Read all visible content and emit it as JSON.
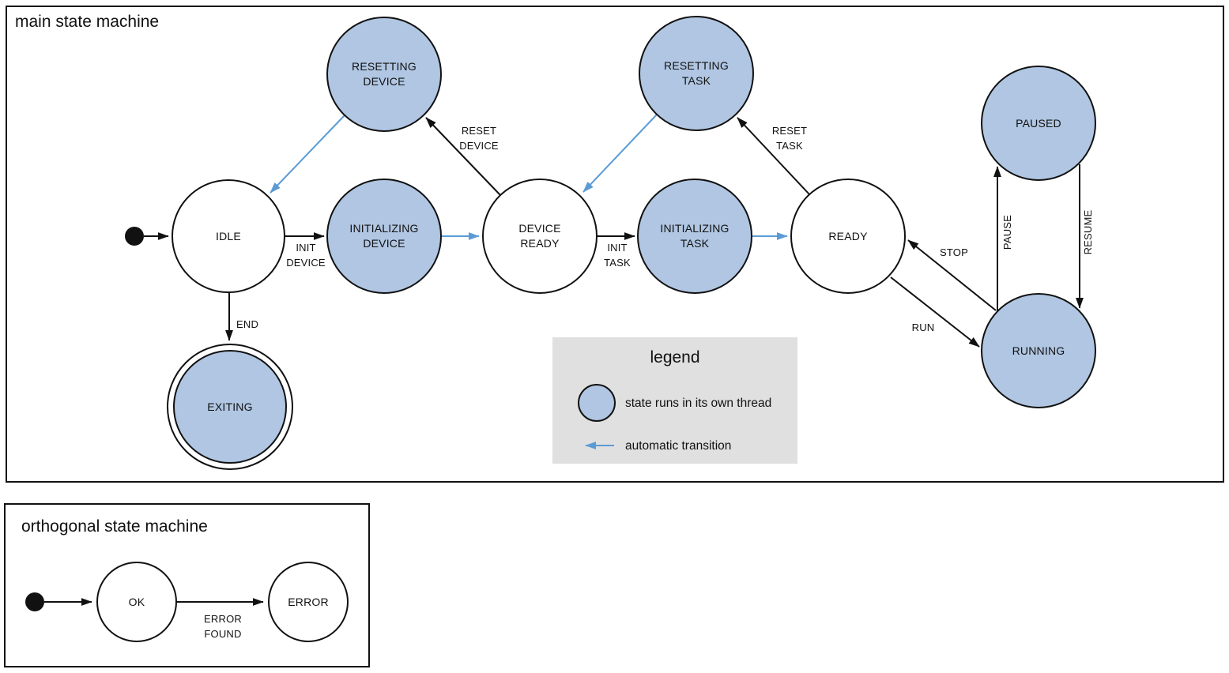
{
  "main": {
    "title": "main state machine",
    "states": {
      "idle": {
        "lines": [
          "IDLE"
        ]
      },
      "initializing_device": {
        "lines": [
          "INITIALIZING",
          "DEVICE"
        ]
      },
      "resetting_device": {
        "lines": [
          "RESETTING",
          "DEVICE"
        ]
      },
      "device_ready": {
        "lines": [
          "DEVICE",
          "READY"
        ]
      },
      "initializing_task": {
        "lines": [
          "INITIALIZING",
          "TASK"
        ]
      },
      "resetting_task": {
        "lines": [
          "RESETTING",
          "TASK"
        ]
      },
      "ready": {
        "lines": [
          "READY"
        ]
      },
      "paused": {
        "lines": [
          "PAUSED"
        ]
      },
      "running": {
        "lines": [
          "RUNNING"
        ]
      },
      "exiting": {
        "lines": [
          "EXITING"
        ]
      }
    },
    "transitions": {
      "init_device": {
        "lines": [
          "INIT",
          "DEVICE"
        ]
      },
      "reset_device": {
        "lines": [
          "RESET",
          "DEVICE"
        ]
      },
      "init_task": {
        "lines": [
          "INIT",
          "TASK"
        ]
      },
      "reset_task": {
        "lines": [
          "RESET",
          "TASK"
        ]
      },
      "stop": "STOP",
      "run": "RUN",
      "pause": "PAUSE",
      "resume": "RESUME",
      "end": "END"
    }
  },
  "legend": {
    "title": "legend",
    "thread_label": "state runs in its own thread",
    "auto_label": "automatic transition"
  },
  "orthogonal": {
    "title": "orthogonal state machine",
    "states": {
      "ok": {
        "lines": [
          "OK"
        ]
      },
      "error": {
        "lines": [
          "ERROR"
        ]
      }
    },
    "transitions": {
      "error_found": {
        "lines": [
          "ERROR",
          "FOUND"
        ]
      }
    }
  },
  "colors": {
    "thread_state_fill": "#b0c6e2",
    "automatic_transition": "#5b9bd5",
    "legend_background": "#e0e0e0",
    "line_color": "#111111"
  }
}
